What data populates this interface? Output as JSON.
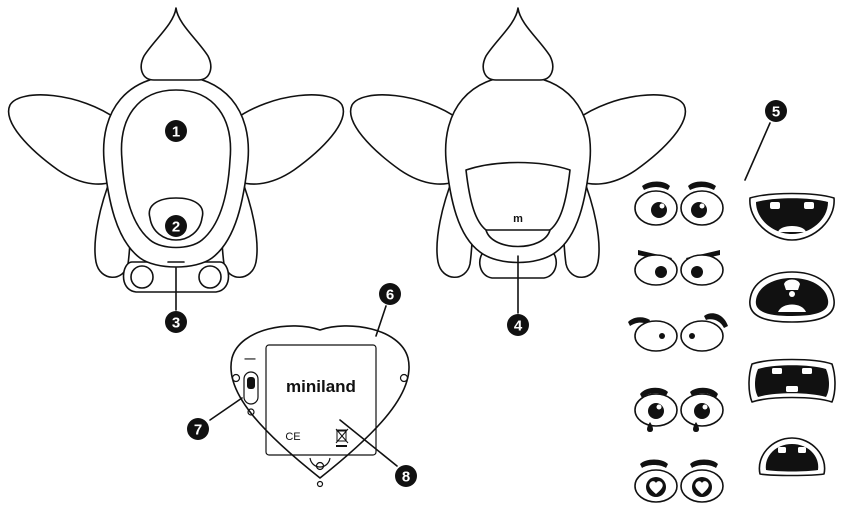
{
  "callouts": [
    {
      "number": "1"
    },
    {
      "number": "2"
    },
    {
      "number": "3"
    },
    {
      "number": "4"
    },
    {
      "number": "5"
    },
    {
      "number": "6"
    },
    {
      "number": "7"
    },
    {
      "number": "8"
    }
  ],
  "back_panel": {
    "brand": "miniland",
    "certification": "CE",
    "switch_mark": "—"
  },
  "toy_back": {
    "logo_mark": "m"
  },
  "colors": {
    "line": "#111111",
    "background": "#ffffff"
  },
  "icons": [
    "weee-bin-icon",
    "power-switch-icon"
  ]
}
